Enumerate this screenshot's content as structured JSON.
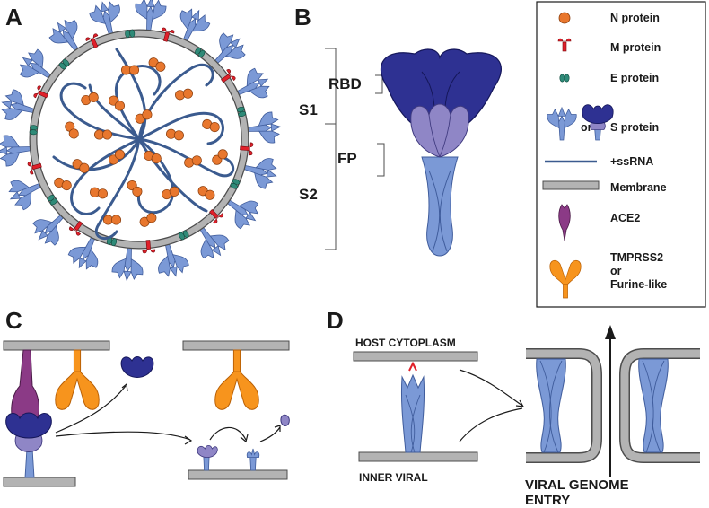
{
  "panels": {
    "a": "A",
    "b": "B",
    "c": "C",
    "d": "D"
  },
  "panel_b": {
    "rbd": "RBD",
    "s1": "S1",
    "fp": "FP",
    "s2": "S2"
  },
  "legend": {
    "n_protein": "N protein",
    "m_protein": "M protein",
    "e_protein": "E protein",
    "or": "or",
    "s_protein": "S protein",
    "ssrna": "+ssRNA",
    "membrane": "Membrane",
    "ace2": "ACE2",
    "tmprss2_line1": "TMPRSS2",
    "tmprss2_line2": "or",
    "tmprss2_line3": "Furine-like"
  },
  "panel_d": {
    "host": "HOST CYTOPLASM",
    "inner": "INNER VIRAL",
    "entry_line1": "VIRAL GENOME",
    "entry_line2": "ENTRY"
  },
  "colors": {
    "spike_light": "#7b99d6",
    "spike_dark": "#2e3192",
    "spike_mid": "#8f86c6",
    "n_protein": "#e8772e",
    "m_protein": "#e0202a",
    "e_protein": "#2f8a78",
    "rna": "#3b5b8f",
    "membrane": "#b3b3b3",
    "ace2": "#8b3a86",
    "tmprss2": "#f7941d"
  }
}
